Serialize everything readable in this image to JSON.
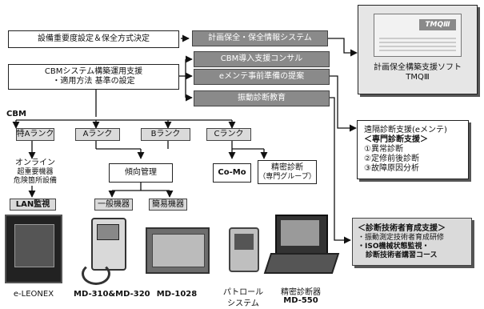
{
  "left": {
    "policy": "設備重要度設定＆保全方式決定",
    "cbm_support_1": "CBMシステム構築運用支援",
    "cbm_support_2": "・適用方法 基準の設定",
    "cbm": "CBM"
  },
  "services": {
    "plan_system": "計画保全・保全情報システム",
    "consult": "CBM導入支援コンサル",
    "proposal": "eメンテ事前準備の提案",
    "education": "振動診断教育"
  },
  "software": {
    "label_1": "計画保全構築支援ソフト",
    "label_2": "TMQⅢ",
    "screen_logo": "TMQⅢ"
  },
  "ranks": {
    "special": "特Aランク",
    "a": "Aランク",
    "b": "Bランク",
    "c": "Cランク"
  },
  "middle": {
    "online_1": "オンライン",
    "online_2": "超重要機器",
    "online_3": "危険箇所設備",
    "trend": "傾向管理",
    "como": "Co-Mo",
    "precision_1": "精密診断",
    "precision_2": "（専門グループ）"
  },
  "lower": {
    "lan": "LAN監視",
    "general": "一般機器",
    "simple": "簡易機器"
  },
  "remote": {
    "title": "遠隔診断支援(eメンテ)",
    "subtitle": "＜専門診断支援＞",
    "item1": "①異常診断",
    "item2": "②定修前後診断",
    "item3": "③故障原因分析"
  },
  "training": {
    "title": "＜診断技術者育成支援＞",
    "item1": "・振動測定技術者育成研修",
    "item2": "・ISO機械状態監視・",
    "item3": "診断技術者講習コース"
  },
  "devices": {
    "d1": "e-LEONEX",
    "d2": "MD-310&MD-320",
    "d3": "MD-1028",
    "d4_1": "パトロール",
    "d4_2": "システム",
    "d5_1": "精密診断器",
    "d5_2": "MD-550"
  }
}
